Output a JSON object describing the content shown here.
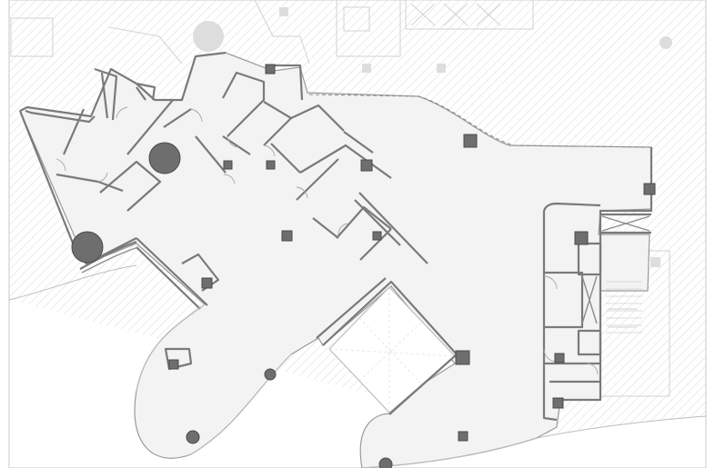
{
  "drawing": {
    "kind": "architectural floor plan",
    "colors": {
      "background": "#ffffff",
      "floor_fill": "#f3f3f3",
      "hatch": "#d9d9d9",
      "wall": "#7a7a7a",
      "column": "#6e6e6e"
    },
    "columns": [
      {
        "shape": "circle",
        "size": "large"
      },
      {
        "shape": "circle",
        "size": "large"
      },
      {
        "shape": "circle",
        "size": "small"
      },
      {
        "shape": "circle",
        "size": "small"
      },
      {
        "shape": "circle",
        "size": "small"
      },
      {
        "shape": "square",
        "size": "small"
      }
    ]
  }
}
